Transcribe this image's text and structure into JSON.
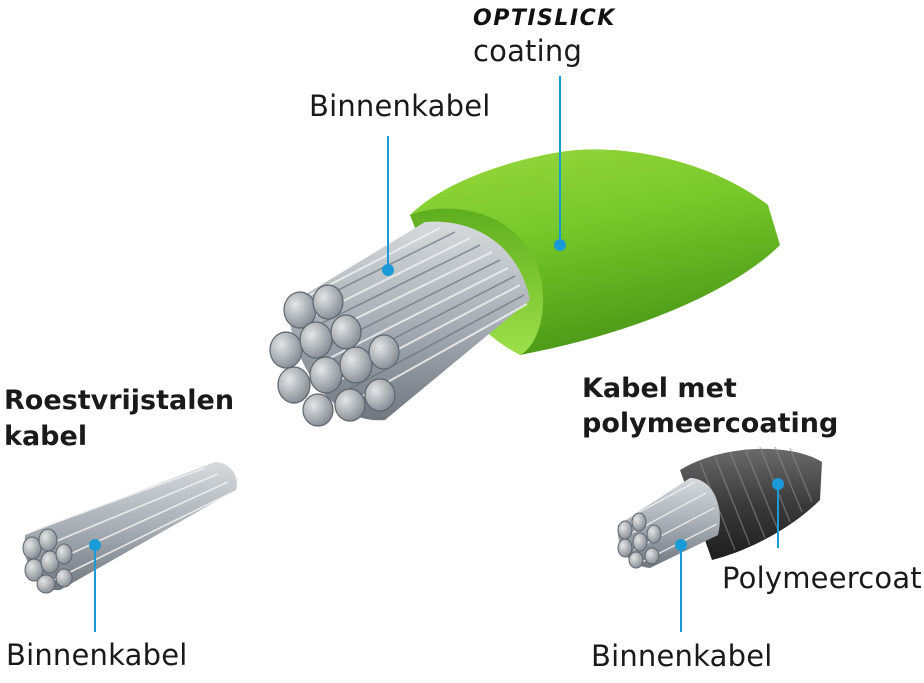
{
  "main_cable": {
    "brand": "OPTISLICK",
    "coating_label": "coating",
    "inner_label": "Binnenkabel"
  },
  "stainless_cable": {
    "title_line1": "Roestvrijstalen",
    "title_line2": "kabel",
    "inner_label": "Binnenkabel"
  },
  "polymer_cable": {
    "title_line1": "Kabel met",
    "title_line2": "polymeercoating",
    "coat_label": "Polymeercoat",
    "inner_label": "Binnenkabel"
  },
  "colors": {
    "callout": "#1a9ad6",
    "coating_green": "#6cc52c",
    "steel": "#b8bec4",
    "polymer": "#3c3c3c"
  }
}
